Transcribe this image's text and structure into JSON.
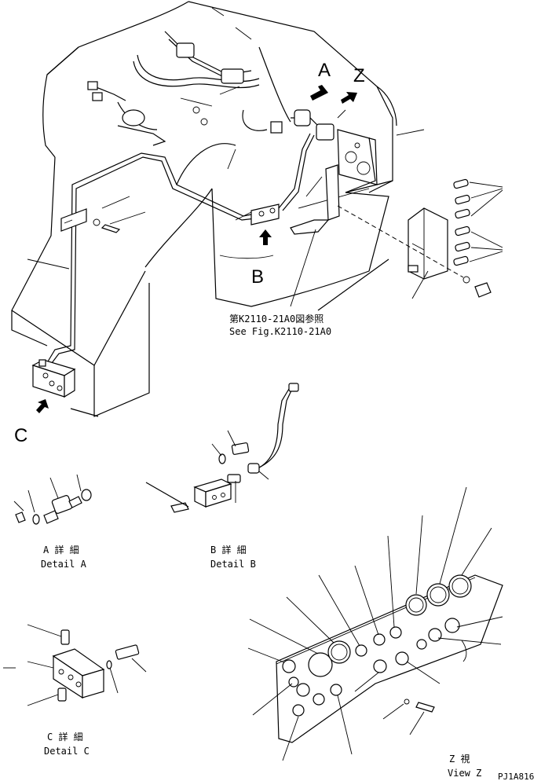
{
  "view_labels": {
    "a": "A",
    "z": "Z",
    "b": "B",
    "c": "C"
  },
  "reference": {
    "jp": "第K2110-21A0図参照",
    "en": "See Fig.K2110-21A0"
  },
  "details": {
    "a_jp": "A 詳 細",
    "a_en": "Detail A",
    "b_jp": "B 詳 細",
    "b_en": "Detail B",
    "c_jp": "C 詳 細",
    "c_en": "Detail C",
    "z_jp": "Z 視",
    "z_en": "View Z"
  },
  "drawing_number": "PJ1A816"
}
